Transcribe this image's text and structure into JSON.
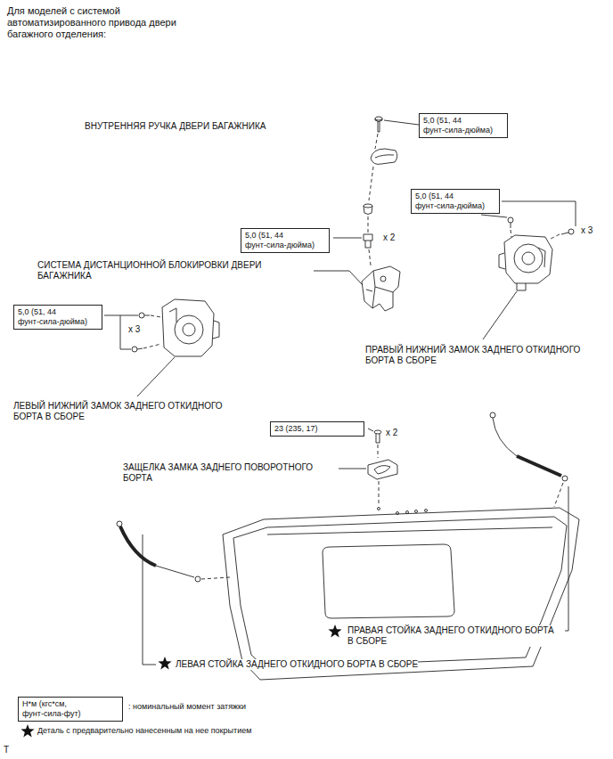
{
  "diagram": {
    "title": "Для моделей с системой автоматизированного привода двери багажного отделения:",
    "nodes": [
      {
        "text": [
          "5,0 (51, 44 фунт-сила-дюйма)"
        ]
      },
      {
        "text": [
          "5,0 (51, 44 фунт-сила-дюйма)"
        ]
      },
      {
        "text": [
          "5,0 (51, 44 фунт-сила-дюйма)"
        ]
      },
      {
        "text": [
          "5,0 (51, 44 фунт-сила-дюйма)"
        ]
      },
      {
        "text": [
          "23 (235, 17)"
        ]
      },
      {
        "text": [
          "Н*м (кгс*см, фунт-сила-фут)"
        ]
      }
    ],
    "labels": [
      "ВНУТРЕННЯЯ РУЧКА ДВЕРИ БАГАЖНИКА",
      "x 3",
      "x 2",
      "СИСТЕМА ДИСТАНЦИОННОЙ БЛОКИРОВКИ ДВЕРИ БАГАЖНИКА",
      "x 3",
      "ПРАВЫЙ НИЖНИЙ ЗАМОК ЗАДНЕГО ОТКИДНОГО БОРТА В СБОРЕ",
      "ЛЕВЫЙ НИЖНИЙ ЗАМОК ЗАДНЕГО ОТКИДНОГО БОРТА В СБОРЕ",
      "x 2",
      "ЗАЩЕЛКА ЗАМКА ЗАДНЕГО ПОВОРОТНОГО БОРТА",
      "ПРАВАЯ СТОЙКА ЗАДНЕГО ОТКИДНОГО БОРТА В СБОРЕ",
      "ЛЕВАЯ СТОЙКА ЗАДНЕГО ОТКИДНОГО БОРТА В СБОРЕ",
      "T"
    ],
    "legend": [
      {
        "text": ": номинальный момент затяжки"
      },
      {
        "text": "Деталь с предварительно нанесенным на нее покрытием"
      }
    ]
  }
}
